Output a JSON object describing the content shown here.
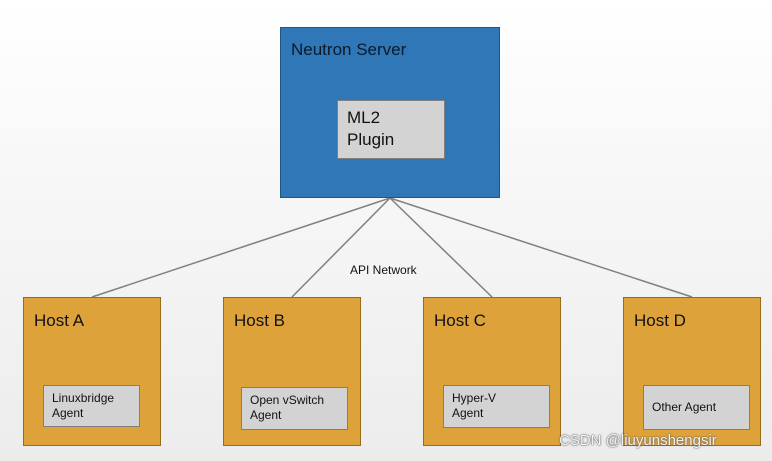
{
  "server": {
    "title": "Neutron Server",
    "plugin_lines": [
      "ML2",
      "Plugin"
    ]
  },
  "network_label": "API Network",
  "hosts": [
    {
      "title": "Host A",
      "agent_lines": [
        "Linuxbridge",
        "Agent"
      ]
    },
    {
      "title": "Host B",
      "agent_lines": [
        "Open vSwitch",
        "Agent"
      ]
    },
    {
      "title": "Host C",
      "agent_lines": [
        "Hyper-V",
        "Agent"
      ]
    },
    {
      "title": "Host D",
      "agent_lines": [
        "Other Agent"
      ]
    }
  ],
  "watermark": "CSDN @liuyunshengsir",
  "colors": {
    "server_fill": "#2f77b7",
    "host_fill": "#dea23a",
    "box_fill": "#d3d3d3",
    "link": "#808080"
  }
}
